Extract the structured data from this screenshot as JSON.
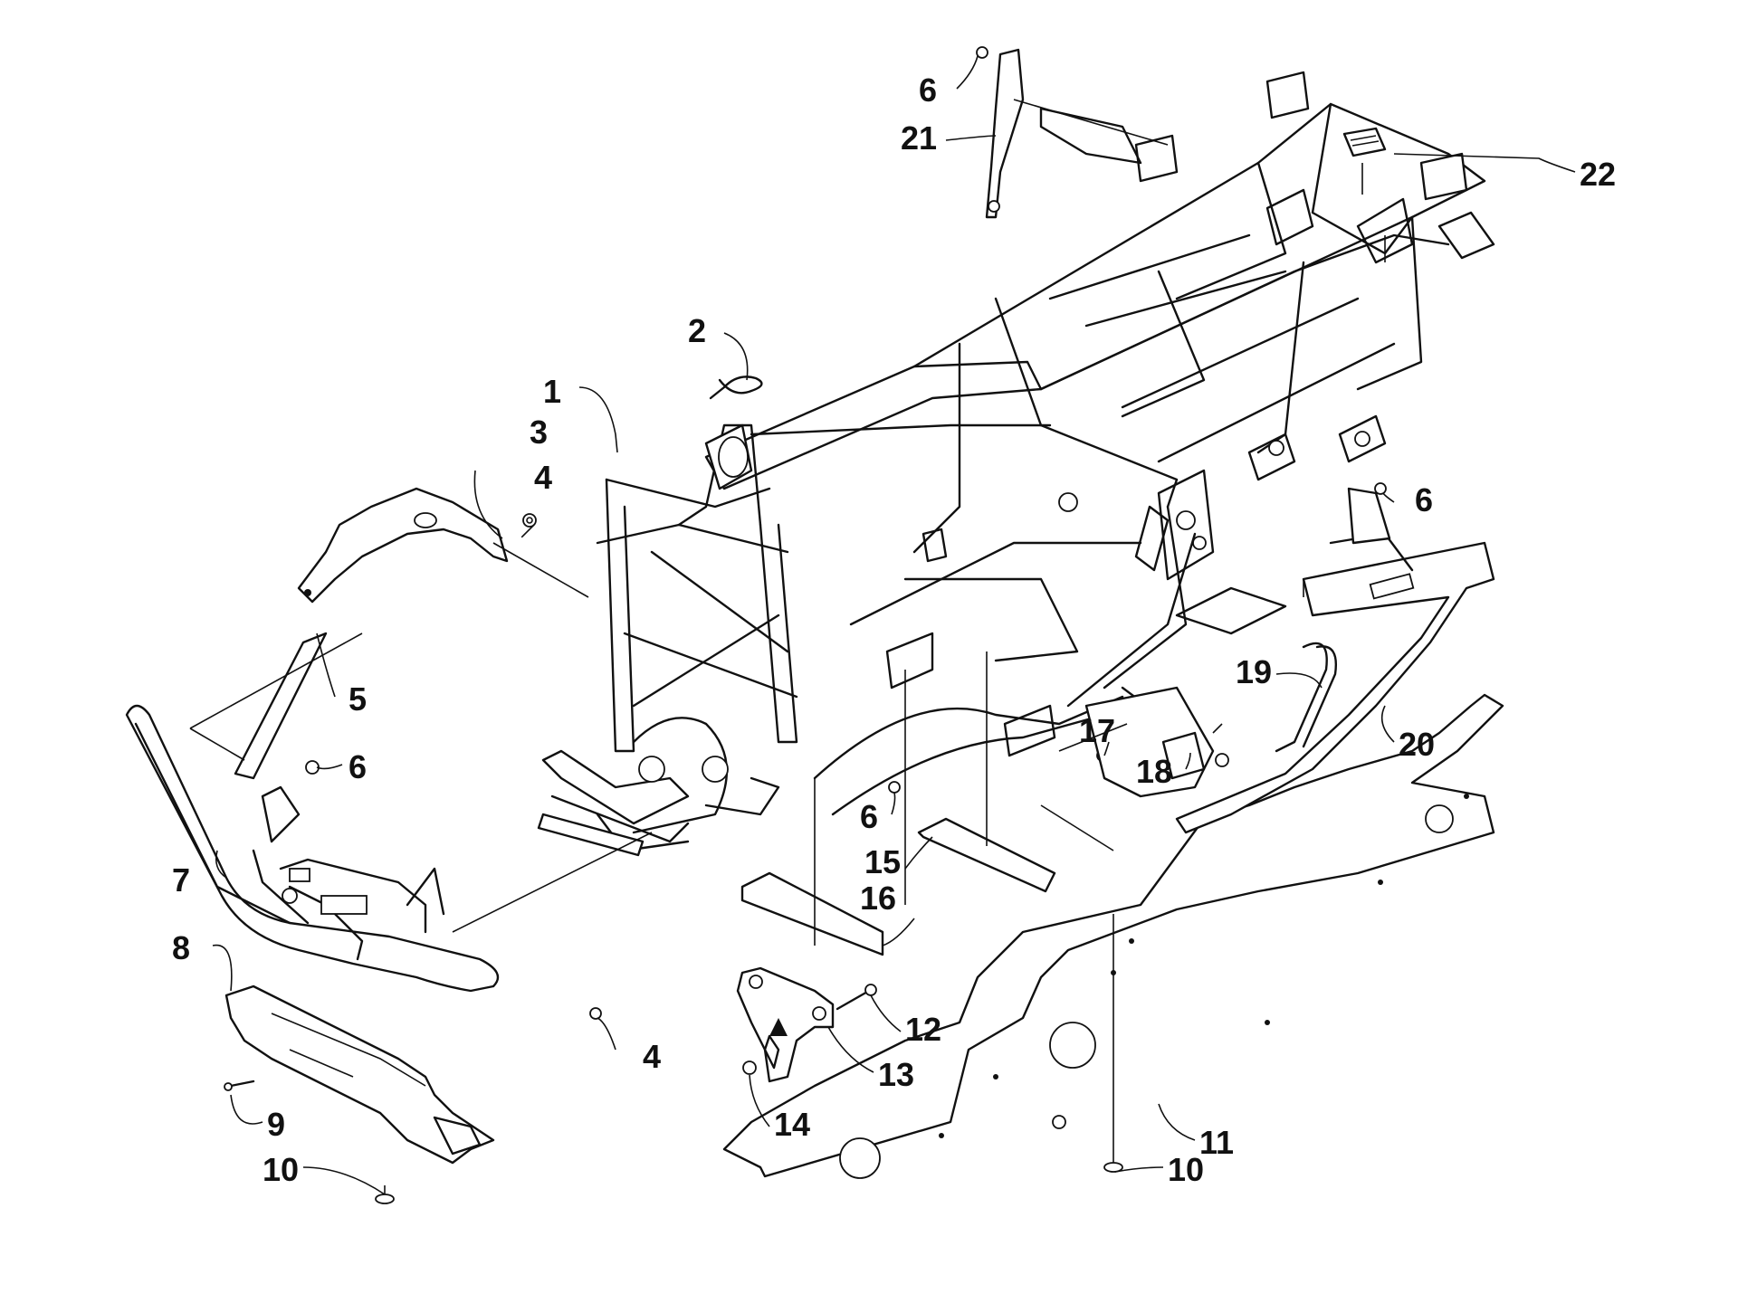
{
  "callouts": [
    {
      "id": "c1",
      "label": "1"
    },
    {
      "id": "c2",
      "label": "2"
    },
    {
      "id": "c3",
      "label": "3"
    },
    {
      "id": "c4a",
      "label": "4"
    },
    {
      "id": "c4b",
      "label": "4"
    },
    {
      "id": "c5",
      "label": "5"
    },
    {
      "id": "c6a",
      "label": "6"
    },
    {
      "id": "c6b",
      "label": "6"
    },
    {
      "id": "c6c",
      "label": "6"
    },
    {
      "id": "c6d",
      "label": "6"
    },
    {
      "id": "c7",
      "label": "7"
    },
    {
      "id": "c8",
      "label": "8"
    },
    {
      "id": "c9",
      "label": "9"
    },
    {
      "id": "c10a",
      "label": "10"
    },
    {
      "id": "c10b",
      "label": "10"
    },
    {
      "id": "c11",
      "label": "11"
    },
    {
      "id": "c12",
      "label": "12"
    },
    {
      "id": "c13",
      "label": "13"
    },
    {
      "id": "c14",
      "label": "14"
    },
    {
      "id": "c15",
      "label": "15"
    },
    {
      "id": "c16",
      "label": "16"
    },
    {
      "id": "c17",
      "label": "17"
    },
    {
      "id": "c18",
      "label": "18"
    },
    {
      "id": "c19",
      "label": "19"
    },
    {
      "id": "c20",
      "label": "20"
    },
    {
      "id": "c21",
      "label": "21"
    },
    {
      "id": "c22",
      "label": "22"
    }
  ],
  "colors": {
    "ink": "#111111",
    "background": "#ffffff"
  }
}
